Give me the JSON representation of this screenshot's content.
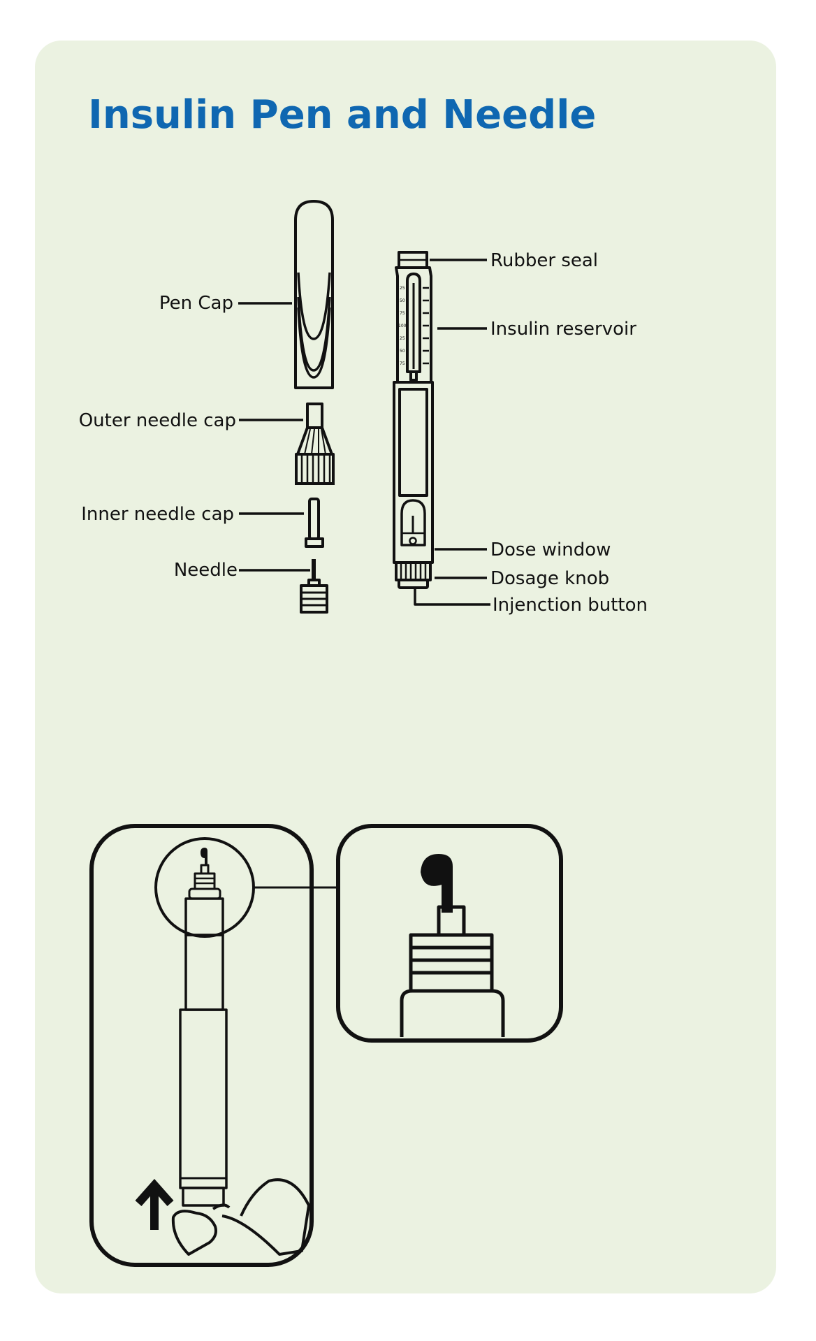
{
  "title": "Insulin Pen and Needle",
  "labels": {
    "pen_cap": "Pen Cap",
    "outer_needle_cap": "Outer needle cap",
    "inner_needle_cap": "Inner needle cap",
    "needle": "Needle",
    "rubber_seal": "Rubber seal",
    "insulin_reservoir": "Insulin reservoir",
    "dose_window": "Dose window",
    "dosage_knob": "Dosage knob",
    "injection_button": "Injenction button"
  },
  "scale_ticks": [
    "25",
    "50",
    "75",
    "100",
    "25",
    "50",
    "75"
  ],
  "colors": {
    "title": "#0f67b1",
    "panel": "#ebf2e1",
    "ink": "#111111"
  }
}
